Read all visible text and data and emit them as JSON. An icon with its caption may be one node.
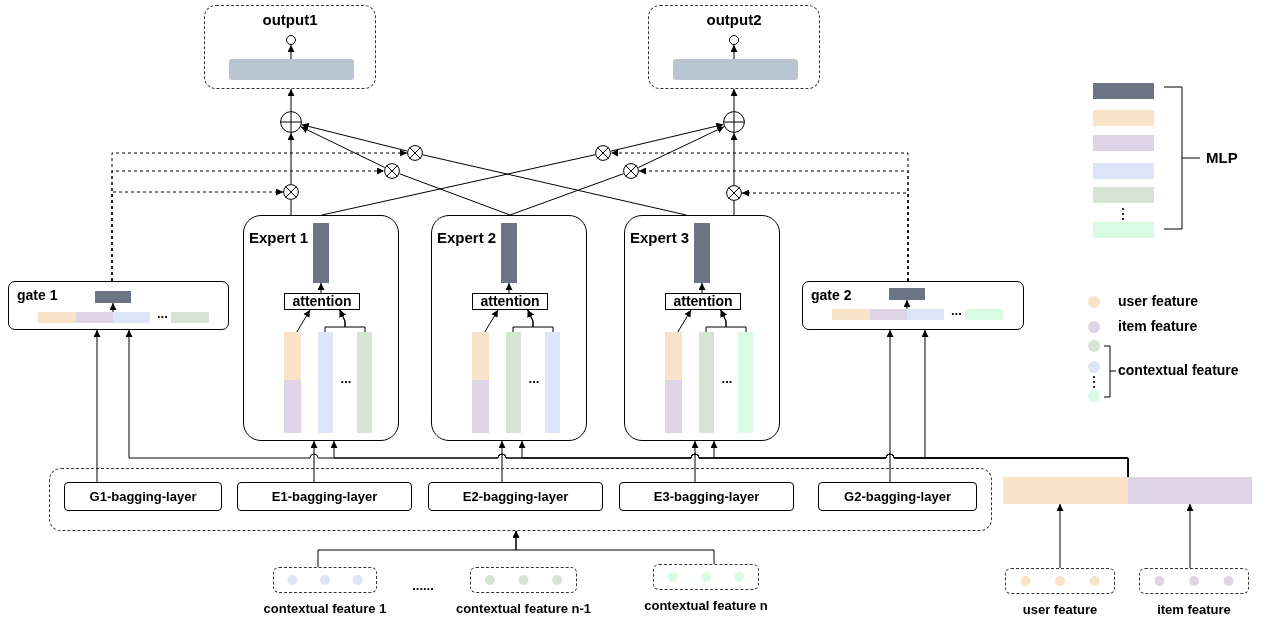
{
  "diagram": {
    "nodes": [
      {
        "text": [
          "output1"
        ]
      },
      {
        "text": [],
        "shape": "bar",
        "in": 0
      },
      {
        "text": [],
        "shape": "circle",
        "in": 0
      },
      {
        "text": [
          "output2"
        ]
      },
      {
        "text": [],
        "shape": "bar",
        "in": 3
      },
      {
        "text": [],
        "shape": "circle",
        "in": 3
      },
      {
        "text": [],
        "shape": "circle"
      },
      {
        "text": [],
        "shape": "circle"
      },
      {
        "text": [],
        "shape": "circle"
      },
      {
        "text": [],
        "shape": "circle"
      },
      {
        "text": [],
        "shape": "circle"
      },
      {
        "text": [],
        "shape": "circle"
      },
      {
        "text": [],
        "shape": "circle"
      },
      {
        "text": [],
        "shape": "circle"
      },
      {
        "text": [
          "gate 1"
        ]
      },
      {
        "text": [],
        "shape": "bar",
        "in": 14
      },
      {
        "text": [
          "..."
        ],
        "in": 14
      },
      {
        "text": [
          "Expert 1"
        ]
      },
      {
        "text": [],
        "shape": "bar",
        "in": 17
      },
      {
        "text": [
          "attention"
        ],
        "in": 17
      },
      {
        "text": [],
        "shape": "bar",
        "in": 17
      },
      {
        "text": [],
        "shape": "bar",
        "in": 17
      },
      {
        "text": [],
        "shape": "bar",
        "in": 17
      },
      {
        "text": [
          "Expert 2"
        ]
      },
      {
        "text": [],
        "shape": "bar",
        "in": 23
      },
      {
        "text": [
          "attention"
        ],
        "in": 23
      },
      {
        "text": [],
        "shape": "bar",
        "in": 23
      },
      {
        "text": [],
        "shape": "bar",
        "in": 23
      },
      {
        "text": [],
        "shape": "bar",
        "in": 23
      },
      {
        "text": [
          "Expert 3"
        ]
      },
      {
        "text": [],
        "shape": "bar",
        "in": 29
      },
      {
        "text": [
          "attention"
        ],
        "in": 29
      },
      {
        "text": [],
        "shape": "bar",
        "in": 29
      },
      {
        "text": [],
        "shape": "bar",
        "in": 29
      },
      {
        "text": [],
        "shape": "bar",
        "in": 29
      },
      {
        "text": [
          "gate 2"
        ]
      },
      {
        "text": [],
        "shape": "bar",
        "in": 35
      },
      {
        "text": [
          "..."
        ],
        "in": 35
      },
      {
        "text": [],
        "shape": "box"
      },
      {
        "text": [
          "G1-bagging-layer"
        ],
        "in": 38
      },
      {
        "text": [
          "E1-bagging-layer"
        ],
        "in": 38
      },
      {
        "text": [
          "E2-bagging-layer"
        ],
        "in": 38
      },
      {
        "text": [
          "E3-bagging-layer"
        ],
        "in": 38
      },
      {
        "text": [
          "G2-bagging-layer"
        ],
        "in": 38
      },
      {
        "text": [],
        "shape": "bar"
      },
      {
        "text": [],
        "shape": "box",
        "beside": [
          "contextual feature 1"
        ]
      },
      {
        "text": [],
        "shape": "box",
        "beside": [
          "contextual feature n-1"
        ]
      },
      {
        "text": [],
        "shape": "box",
        "beside": [
          "contextual feature n"
        ]
      },
      {
        "text": [],
        "shape": "box",
        "beside": [
          "user feature"
        ]
      },
      {
        "text": [],
        "shape": "box",
        "beside": [
          "item feature"
        ]
      }
    ],
    "edges": [
      {
        "from": 1,
        "to": 2,
        "arrow": "to"
      },
      {
        "from": 4,
        "to": 5,
        "arrow": "to"
      },
      {
        "from": 6,
        "to": 0,
        "arrow": "to"
      },
      {
        "from": 7,
        "to": 3,
        "arrow": "to"
      },
      {
        "from": 17,
        "to": 8,
        "arrow": "none"
      },
      {
        "from": 8,
        "to": 6,
        "arrow": "to"
      },
      {
        "from": 17,
        "to": 11,
        "arrow": "none"
      },
      {
        "from": 11,
        "to": 7,
        "arrow": "to"
      },
      {
        "from": 23,
        "to": 10,
        "arrow": "none"
      },
      {
        "from": 10,
        "to": 6,
        "arrow": "to"
      },
      {
        "from": 23,
        "to": 12,
        "arrow": "none"
      },
      {
        "from": 12,
        "to": 7,
        "arrow": "to"
      },
      {
        "from": 29,
        "to": 9,
        "arrow": "none"
      },
      {
        "from": 9,
        "to": 6,
        "arrow": "to"
      },
      {
        "from": 29,
        "to": 13,
        "arrow": "none"
      },
      {
        "from": 13,
        "to": 7,
        "arrow": "to"
      },
      {
        "from": 14,
        "to": 9,
        "arrow": "to",
        "style": "dashed"
      },
      {
        "from": 14,
        "to": 10,
        "arrow": "to",
        "style": "dashed"
      },
      {
        "from": 14,
        "to": 8,
        "arrow": "to",
        "style": "dashed"
      },
      {
        "from": 35,
        "to": 11,
        "arrow": "to",
        "style": "dashed"
      },
      {
        "from": 35,
        "to": 12,
        "arrow": "to",
        "style": "dashed"
      },
      {
        "from": 35,
        "to": 13,
        "arrow": "to",
        "style": "dashed"
      },
      {
        "from": 16,
        "to": 15,
        "arrow": "to"
      },
      {
        "from": 37,
        "to": 36,
        "arrow": "to"
      },
      {
        "from": 20,
        "to": 19,
        "arrow": "to"
      },
      {
        "from": 21,
        "to": 19,
        "arrow": "to"
      },
      {
        "from": 22,
        "to": 19,
        "arrow": "to"
      },
      {
        "from": 19,
        "to": 18,
        "arrow": "to"
      },
      {
        "from": 26,
        "to": 25,
        "arrow": "to"
      },
      {
        "from": 27,
        "to": 25,
        "arrow": "to"
      },
      {
        "from": 28,
        "to": 25,
        "arrow": "to"
      },
      {
        "from": 25,
        "to": 24,
        "arrow": "to"
      },
      {
        "from": 32,
        "to": 31,
        "arrow": "to"
      },
      {
        "from": 33,
        "to": 31,
        "arrow": "to"
      },
      {
        "from": 34,
        "to": 31,
        "arrow": "to"
      },
      {
        "from": 31,
        "to": 30,
        "arrow": "to"
      },
      {
        "from": 39,
        "to": 14,
        "arrow": "to"
      },
      {
        "from": 40,
        "to": 17,
        "arrow": "to"
      },
      {
        "from": 41,
        "to": 23,
        "arrow": "to"
      },
      {
        "from": 42,
        "to": 29,
        "arrow": "to"
      },
      {
        "from": 43,
        "to": 35,
        "arrow": "to"
      },
      {
        "from": 44,
        "to": 14,
        "arrow": "to"
      },
      {
        "from": 44,
        "to": 17,
        "arrow": "to"
      },
      {
        "from": 44,
        "to": 23,
        "arrow": "to"
      },
      {
        "from": 44,
        "to": 29,
        "arrow": "to"
      },
      {
        "from": 44,
        "to": 35,
        "arrow": "to"
      },
      {
        "from": 45,
        "to": 38,
        "arrow": "to"
      },
      {
        "from": 47,
        "to": 38,
        "arrow": "to"
      },
      {
        "from": 48,
        "to": 44,
        "arrow": "to"
      },
      {
        "from": 49,
        "to": 44,
        "arrow": "to"
      }
    ],
    "labels": [
      "MLP",
      "...",
      "...",
      "...",
      "......"
    ],
    "legend": [
      {
        "text": "user feature",
        "color": "#f8e3c8"
      },
      {
        "text": "item feature",
        "color": "#ddd5e6"
      },
      {
        "text": "contextual feature"
      }
    ]
  }
}
